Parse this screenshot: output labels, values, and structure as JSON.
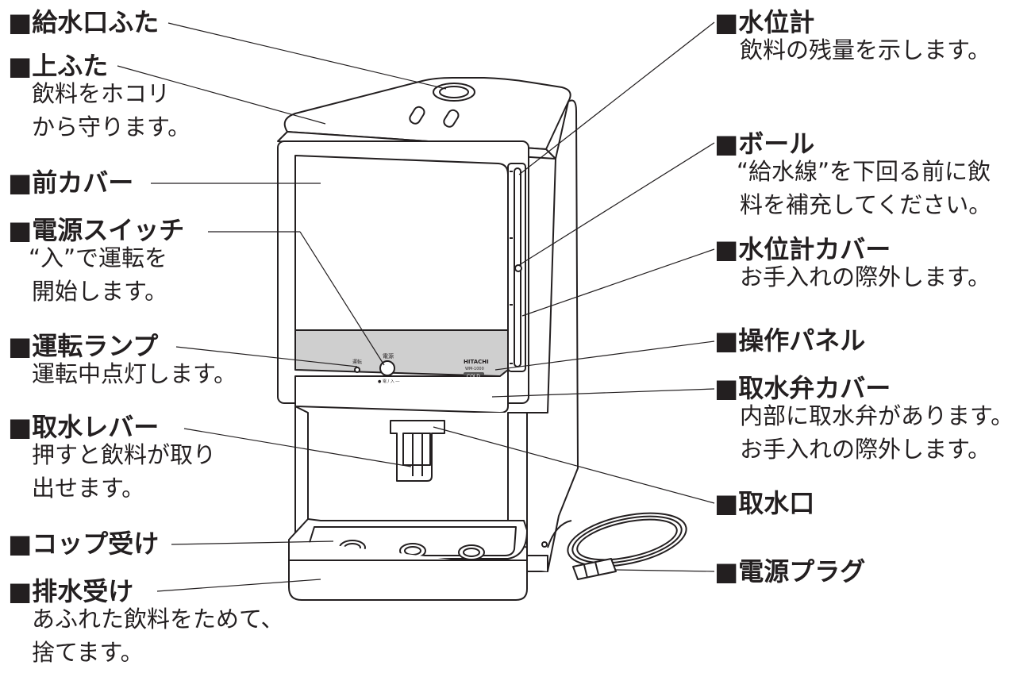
{
  "labels": {
    "kyusuiguchi_futa": {
      "title": "給水口ふた"
    },
    "uwabuta": {
      "title": "上ふた",
      "desc": [
        "飲料をホコリ",
        "から守ります。"
      ]
    },
    "mae_cover": {
      "title": "前カバー"
    },
    "dengen_switch": {
      "title": "電源スイッチ",
      "desc": [
        "“入”で運転を",
        "開始します。"
      ]
    },
    "unten_lamp": {
      "title": "運転ランプ",
      "desc": [
        "運転中点灯します。"
      ]
    },
    "shusui_lever": {
      "title": "取水レバー",
      "desc": [
        "押すと飲料が取り",
        "出せます。"
      ]
    },
    "cup_uke": {
      "title": "コップ受け"
    },
    "haisui_uke": {
      "title": "排水受け",
      "desc": [
        "あふれた飲料をためて、",
        "捨てます。"
      ]
    },
    "suiikei": {
      "title": "水位計",
      "desc": [
        "飲料の残量を示します。"
      ]
    },
    "ball": {
      "title": "ボール",
      "desc": [
        "“給水線”を下回る前に飲",
        "料を補充してください。"
      ]
    },
    "suiikei_cover": {
      "title": "水位計カバー",
      "desc": [
        "お手入れの際外します。"
      ]
    },
    "sousa_panel": {
      "title": "操作パネル"
    },
    "shusuiben_cover": {
      "title": "取水弁カバー",
      "desc": [
        "内部に取水弁があります。",
        "お手入れの際外します。"
      ]
    },
    "shusuiguchi": {
      "title": "取水口"
    },
    "dengen_plug": {
      "title": "電源プラグ"
    }
  },
  "panel": {
    "lamp_label": "運転",
    "switch_label": "電源",
    "switch_sub": "● 電 / 入 ―",
    "brand": "HITACHI",
    "model": "WM-1000",
    "mode": "COLD"
  },
  "colors": {
    "line": "#231f20",
    "panel": "#cfcfcf",
    "badge": "#555555"
  }
}
